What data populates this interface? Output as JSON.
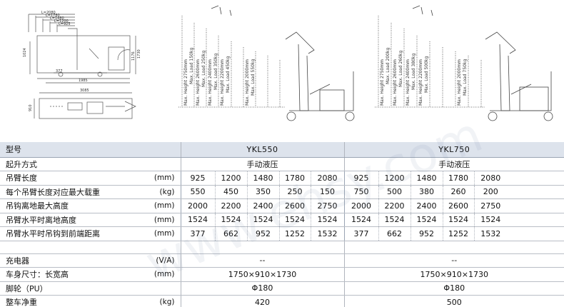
{
  "drawing": {
    "dims_left": [
      "L=2080",
      "L=1780",
      "L=1480",
      "L=1200",
      "L=925"
    ],
    "dims_mid": [
      "377",
      "1985",
      "1024",
      "1730",
      "1176"
    ],
    "dims_plan": [
      "3085",
      "910"
    ],
    "crane550_labels": [
      "Max. Height 2750mm",
      "Max. Load 150kg",
      "Max. Height 2600mm",
      "Max. Load 250kg",
      "Max. Height 2400mm",
      "Max. Load 350kg",
      "Max. Height 2200mm",
      "Max. Load 450kg",
      "Max. Height 2000mm",
      "Max. Load 550kg"
    ],
    "crane750_labels": [
      "Max. Height 2750mm",
      "Max. Load 200kg",
      "Max. Height 2600mm",
      "Max. Load 260kg",
      "Max. Height 2400mm",
      "Max. Load 380kg",
      "Max. Height 2200mm",
      "Max. Load 500kg",
      "Max. Height 2000mm",
      "Max. Load 750kg"
    ],
    "watermark": "www.ehsy.com"
  },
  "table": {
    "header": {
      "label": "型号",
      "model_a": "YKL550",
      "model_b": "YKL750"
    },
    "rows": [
      {
        "label": "起升方式",
        "unit": "",
        "span_a": "手动液压",
        "span_b": "手动液压"
      },
      {
        "label": "吊臂长度",
        "unit": "(mm)",
        "a": [
          "925",
          "1200",
          "1480",
          "1780",
          "2080"
        ],
        "b": [
          "925",
          "1200",
          "1480",
          "1780",
          "2080"
        ]
      },
      {
        "label": "每个吊臂长度对应最大载重",
        "unit": "(kg)",
        "a": [
          "550",
          "450",
          "350",
          "250",
          "150"
        ],
        "b": [
          "750",
          "500",
          "380",
          "260",
          "200"
        ]
      },
      {
        "label": "吊钩离地最大高度",
        "unit": "(mm)",
        "a": [
          "2000",
          "2200",
          "2400",
          "2600",
          "2750"
        ],
        "b": [
          "2000",
          "2200",
          "2400",
          "2600",
          "2750"
        ]
      },
      {
        "label": "吊臂水平时离地高度",
        "unit": "(mm)",
        "a": [
          "1524",
          "1524",
          "1524",
          "1524",
          "1524"
        ],
        "b": [
          "1524",
          "1524",
          "1524",
          "1524",
          "1524"
        ]
      },
      {
        "label": "吊臂水平时吊钩到前端距离",
        "unit": "(mm)",
        "a": [
          "377",
          "662",
          "952",
          "1252",
          "1532"
        ],
        "b": [
          "377",
          "662",
          "952",
          "1252",
          "1532"
        ]
      },
      {
        "label": "充电器",
        "unit": "(V/A)",
        "span_a": "--",
        "span_b": "--"
      },
      {
        "label": "车身尺寸：长宽高",
        "unit": "(mm)",
        "span_a": "1750×910×1730",
        "span_b": "1750×910×1730"
      },
      {
        "label": "脚轮（PU）",
        "unit": "",
        "span_a": "Φ180",
        "span_b": "Φ180"
      },
      {
        "label": "整车净重",
        "unit": "(kg)",
        "span_a": "420",
        "span_b": "500"
      }
    ]
  }
}
